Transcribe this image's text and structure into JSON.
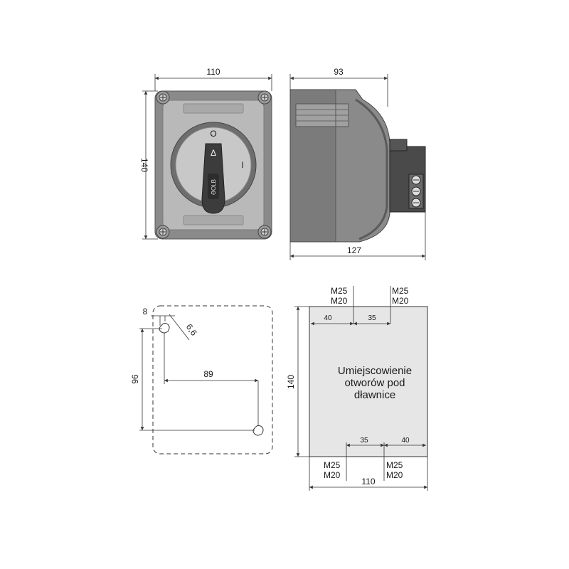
{
  "colors": {
    "housing": "#8a8a8a",
    "housing_dark": "#5a5a5a",
    "front_panel": "#b9b9b9",
    "knob": "#6e6e6e",
    "handle": "#3c3c3c",
    "glands_panel": "#e6e6e6",
    "line": "#333333"
  },
  "front_view": {
    "width_dim": "110",
    "height_dim": "140",
    "mark_off": "O",
    "mark_on": "I",
    "arrow_symbol": "Δ",
    "handle_brand": "ƏOLB"
  },
  "side_view": {
    "depth_top_dim": "93",
    "depth_bottom_dim": "127"
  },
  "mounting": {
    "offset_dim": "8",
    "hole_dim": "6,6",
    "vertical_dim": "96",
    "horizontal_dim": "89"
  },
  "glands": {
    "height_dim": "140",
    "width_dim": "110",
    "top_left_offset": "40",
    "top_spacing": "35",
    "bottom_spacing": "35",
    "bottom_right_offset": "40",
    "top_left_sizes": [
      "M25",
      "M20"
    ],
    "top_right_sizes": [
      "M25",
      "M20"
    ],
    "bottom_left_sizes": [
      "M25",
      "M20"
    ],
    "bottom_right_sizes": [
      "M25",
      "M20"
    ],
    "note_lines": [
      "Umiejscowienie",
      "otworów pod",
      "dławnice"
    ]
  }
}
